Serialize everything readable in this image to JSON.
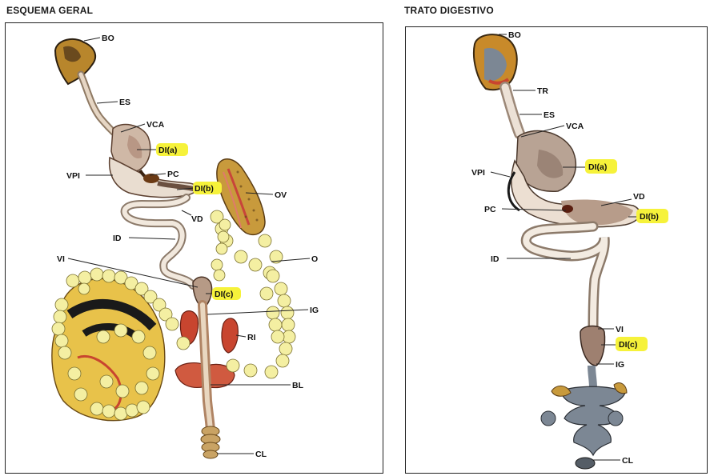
{
  "titles": {
    "left": "ESQUEMA GERAL",
    "right": "TRATO DIGESTIVO"
  },
  "left_labels": {
    "bo": "BO",
    "es": "ES",
    "vca": "VCA",
    "di_a": "DI(a)",
    "vpi": "VPI",
    "pc": "PC",
    "di_b": "DI(b)",
    "ov": "OV",
    "vd": "VD",
    "id": "ID",
    "o": "O",
    "vi": "VI",
    "di_c": "DI(c)",
    "ig": "IG",
    "ri": "RI",
    "bl": "BL",
    "cl": "CL"
  },
  "right_labels": {
    "bo": "BO",
    "tr": "TR",
    "es": "ES",
    "vca": "VCA",
    "di_a": "DI(a)",
    "vpi": "VPI",
    "vd": "VD",
    "pc": "PC",
    "di_b": "DI(b)",
    "id": "ID",
    "vi": "VI",
    "di_c": "DI(c)",
    "ig": "IG",
    "cl": "CL"
  },
  "colors": {
    "highlight": "#f6f23a",
    "organ_tan": "#d9c7b2",
    "egg_yellow": "#f4efa2",
    "ovary_brown": "#c88a2a",
    "red_tissue": "#c8452f",
    "grey_blue": "#7c8794"
  }
}
